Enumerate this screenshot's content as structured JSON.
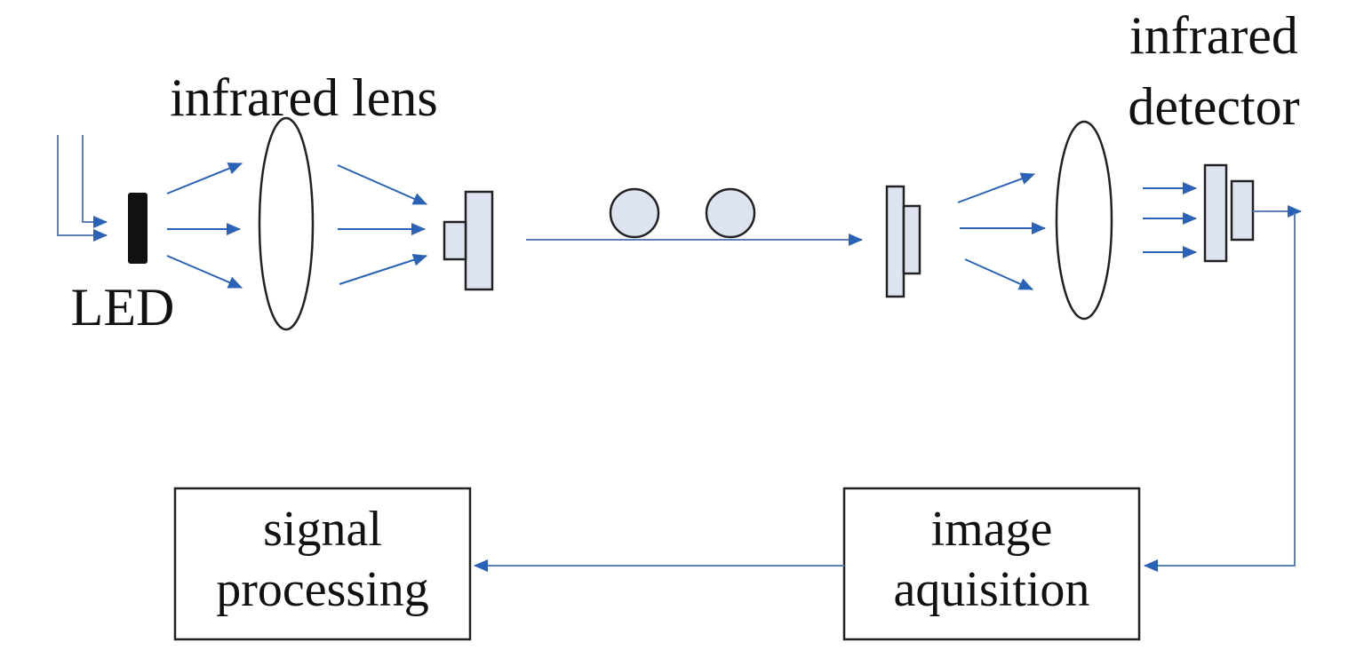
{
  "labels": {
    "lens": "infrared lens",
    "led": "LED",
    "detector_line1": "infrared",
    "detector_line2": "detector"
  },
  "boxes": {
    "signal_line1": "signal",
    "signal_line2": "processing",
    "image_line1": "image",
    "image_line2": "aquisition"
  },
  "colors": {
    "arrow": "#2a62b8",
    "line": "#5b7fb8",
    "component_fill": "#dde3ef",
    "outline": "#222222",
    "led": "#111111"
  }
}
